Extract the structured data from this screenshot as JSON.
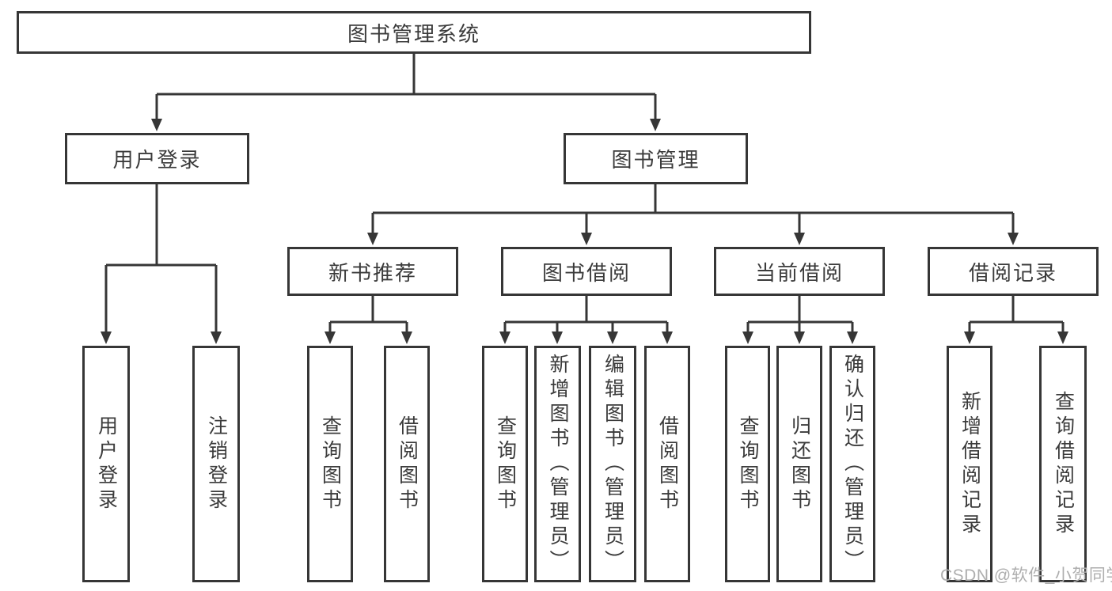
{
  "tree": {
    "root": "图书管理系统",
    "children": [
      {
        "label": "用户登录",
        "children": [
          {
            "label": "用户登录"
          },
          {
            "label": "注销登录"
          }
        ]
      },
      {
        "label": "图书管理",
        "children": [
          {
            "label": "新书推荐",
            "children": [
              {
                "label": "查询图书"
              },
              {
                "label": "借阅图书"
              }
            ]
          },
          {
            "label": "图书借阅",
            "children": [
              {
                "label": "查询图书"
              },
              {
                "label": "新增图书（管理员）"
              },
              {
                "label": "编辑图书（管理员）"
              },
              {
                "label": "借阅图书"
              }
            ]
          },
          {
            "label": "当前借阅",
            "children": [
              {
                "label": "查询图书"
              },
              {
                "label": "归还图书"
              },
              {
                "label": "确认归还（管理员）"
              }
            ]
          },
          {
            "label": "借阅记录",
            "children": [
              {
                "label": "新增借阅记录"
              },
              {
                "label": "查询借阅记录"
              }
            ]
          }
        ]
      }
    ]
  },
  "watermark": "CSDN @软件_小贺同学",
  "colors": {
    "line": "#363636",
    "text": "#3b3b3b",
    "background": "#ffffff",
    "watermark": "#aeaeae"
  }
}
